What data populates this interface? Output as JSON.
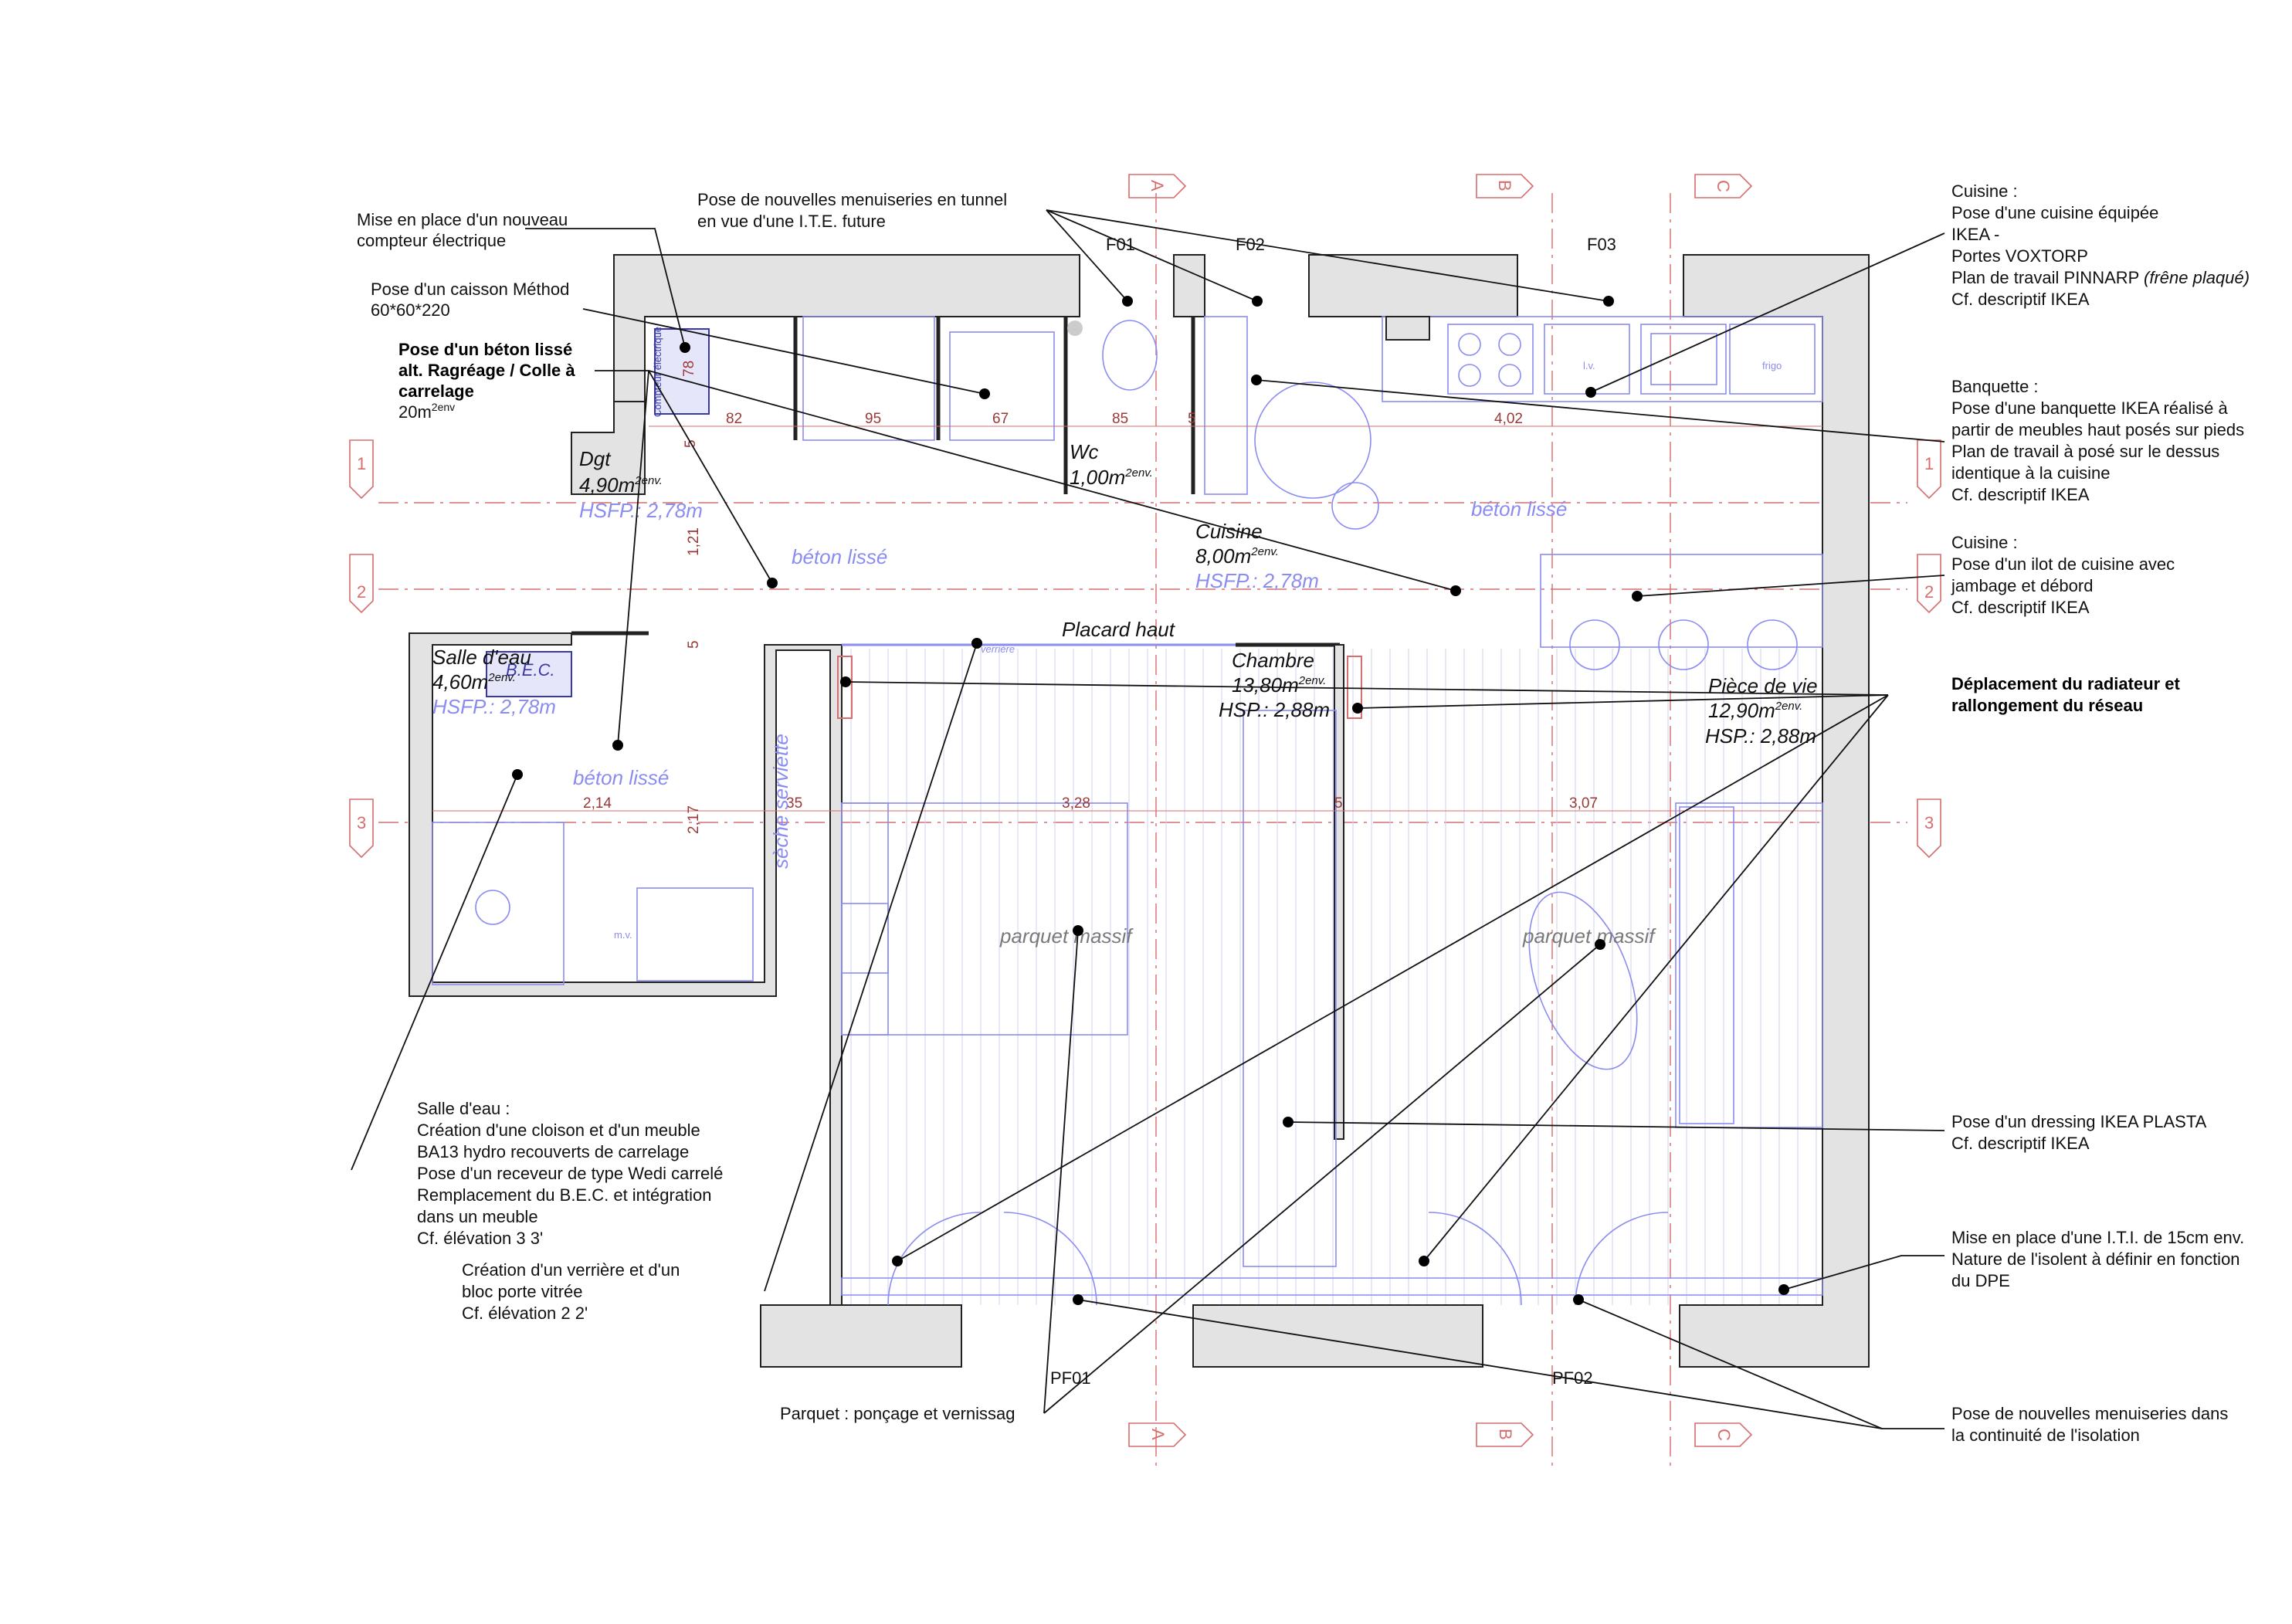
{
  "plan": {
    "rooms": {
      "dgt": {
        "name": "Dgt",
        "area": "4,90m",
        "area_sup": "2env.",
        "height": "HSFP.: 2,78m"
      },
      "wc": {
        "name": "Wc",
        "area": "1,00m",
        "area_sup": "2env."
      },
      "cuisine": {
        "name": "Cuisine",
        "area": "8,00m",
        "area_sup": "2env.",
        "height": "HSFP.: 2,78m"
      },
      "salle_eau": {
        "name": "Salle d'eau",
        "area": "4,60m",
        "area_sup": "2env.",
        "height": "HSFP.: 2,78m"
      },
      "chambre": {
        "name": "Chambre",
        "area": "13,80m",
        "area_sup": "2env.",
        "height": "HSP.: 2,88m"
      },
      "piece_vie": {
        "name": "Pièce de vie",
        "area": "12,90m",
        "area_sup": "2env.",
        "height": "HSP.: 2,88m"
      }
    },
    "materials": {
      "beton_1": "béton lissé",
      "beton_2": "béton lissé",
      "beton_3": "béton lissé",
      "parquet_1": "parquet massif",
      "parquet_2": "parquet massif",
      "placard": "Placard haut",
      "bec": "B.E.C.",
      "seche": "sèche serviette",
      "compteur": "Compteur électrique",
      "verriere": "verrière",
      "mv": "m.v.",
      "lv": "l.v.",
      "frigo": "frigo"
    },
    "dims": {
      "d78": "78",
      "d82": "82",
      "d95": "95",
      "d67": "67",
      "d85": "85",
      "d5a": "5",
      "d402": "4,02",
      "d5b": "5",
      "d121": "1,21",
      "d5c": "5",
      "d214": "2,14",
      "d217": "2,17",
      "d35": "35",
      "d328": "3,28",
      "d5d": "5",
      "d307": "3,07"
    },
    "openings": {
      "f01": "F01",
      "f02": "F02",
      "f03": "F03",
      "pf01": "PF01",
      "pf02": "PF02"
    },
    "sections": {
      "a_top": "A",
      "b_top": "B",
      "c_top": "C",
      "a_bot": "A",
      "b_bot": "B",
      "c_bot": "C",
      "l1": "1",
      "l2": "2",
      "l3": "3",
      "r1": "1",
      "r2": "2",
      "r3": "3"
    }
  },
  "annotations": {
    "compteur": [
      "Mise en place d'un nouveau",
      "compteur électrique"
    ],
    "caisson": [
      "Pose d'un caisson Méthod",
      "60*60*220"
    ],
    "beton": [
      "Pose d'un béton lissé",
      "alt. Ragréage / Colle à",
      "carrelage"
    ],
    "beton_area": "20m",
    "beton_area_sup": "2env",
    "menuiseries_tunnel": [
      "Pose de nouvelles menuiseries en tunnel",
      "en vue d'une I.T.E. future"
    ],
    "cuisine_ikea": [
      "Cuisine :",
      "Pose d'une cuisine équipée",
      "IKEA -",
      "Portes VOXTORP"
    ],
    "cuisine_plan": "Plan de travail PINNARP ",
    "cuisine_plan_italic": "(frêne plaqué)",
    "cuisine_cf": "Cf. descriptif IKEA",
    "banquette": [
      "Banquette :",
      "Pose d'une banquette IKEA réalisé à",
      "partir de meubles haut posés sur pieds",
      "Plan de travail à posé sur le dessus",
      "identique à la cuisine",
      "Cf. descriptif IKEA"
    ],
    "ilot": [
      "Cuisine :",
      "Pose d'un ilot de cuisine avec",
      "jambage et débord",
      "Cf. descriptif IKEA"
    ],
    "radiateur": [
      "Déplacement du radiateur et",
      "rallongement du réseau"
    ],
    "salle_eau": [
      "Salle d'eau :",
      "Création d'une cloison et d'un meuble",
      "BA13 hydro recouverts de carrelage",
      "Pose d'un receveur de type Wedi carrelé",
      "Remplacement du B.E.C. et intégration",
      "dans un meuble",
      "Cf. élévation 3 3'"
    ],
    "verriere": [
      "Création d'un verrière et d'un",
      "bloc porte vitrée",
      "Cf. élévation 2 2'"
    ],
    "parquet": "Parquet : ponçage et vernissag",
    "dressing": [
      "Pose d'un dressing IKEA PLASTA",
      "Cf. descriptif IKEA"
    ],
    "iti": [
      "Mise en place d'une I.T.I. de 15cm env.",
      "Nature de l'isolent à définir en fonction",
      "du DPE"
    ],
    "menuiseries_iso": [
      "Pose de nouvelles menuiseries dans",
      "la continuité de l'isolation"
    ]
  },
  "colors": {
    "wall_fill": "#e3e3e3",
    "furniture": "#8a8cf0",
    "axis_red": "#d76d6d",
    "dimension": "#9a3838",
    "leader": "#111111"
  }
}
